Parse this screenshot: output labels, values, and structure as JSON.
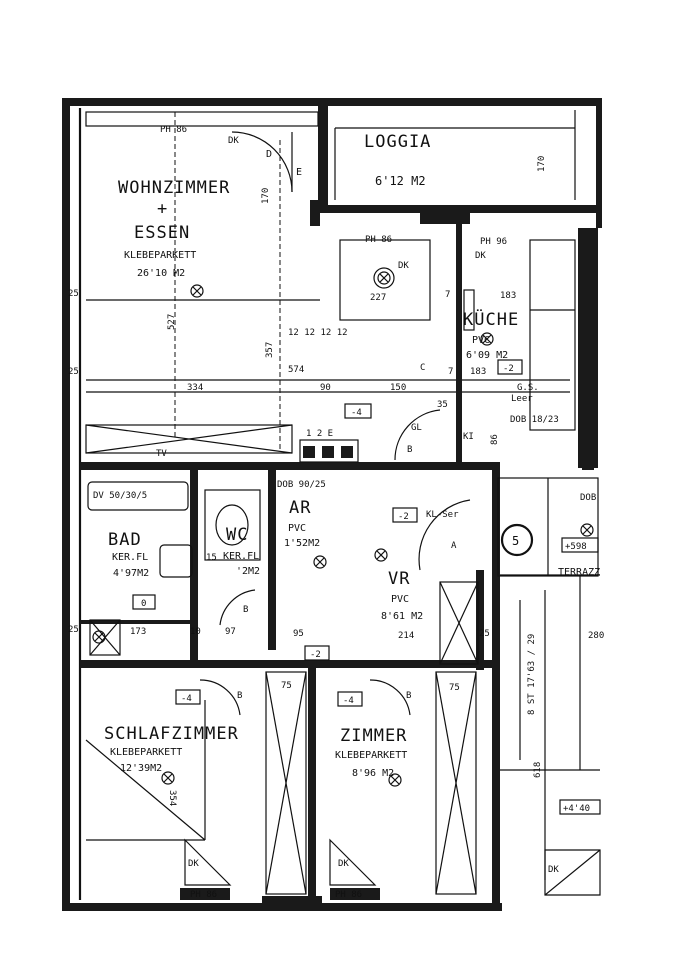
{
  "rooms": {
    "wohnzimmer": {
      "name": "WOHNZIMMER",
      "plus": "+",
      "name2": "ESSEN",
      "floor": "KLEBEPARKETT",
      "area": "26'10 M2"
    },
    "loggia": {
      "name": "LOGGIA",
      "area": "6'12 M2"
    },
    "kueche": {
      "name": "KÜCHE",
      "floor": "PVC",
      "area": "6'09 M2"
    },
    "bad": {
      "name": "BAD",
      "floor": "KER.FL",
      "area": "4'97M2"
    },
    "wc": {
      "name": "WC",
      "floor": "KER.FL",
      "area": "'2M2"
    },
    "ar": {
      "name": "AR",
      "floor": "PVC",
      "area": "1'52M2"
    },
    "vr": {
      "name": "VR",
      "floor": "PVC",
      "area": "8'61 M2"
    },
    "schlafzimmer": {
      "name": "SCHLAFZIMMER",
      "floor": "KLEBEPARKETT",
      "area": "12'39M2"
    },
    "zimmer": {
      "name": "ZIMMER",
      "floor": "KLEBEPARKETT",
      "area": "8'96 M2"
    },
    "terrasse": {
      "name": "TERRAZZ"
    }
  },
  "labels": {
    "ph86_top": "PH 86",
    "ph86_mid": "PH 86",
    "ph96": "PH 96",
    "dk": "DK",
    "d": "D",
    "e": "E",
    "dv": "DV 50/30/5",
    "dob_ar": "DOB 90/25",
    "dob_kue": "DOB 18/23",
    "dob_right": "DOB",
    "dim_170_a": "170",
    "dim_170_b": "170",
    "dim_527": "527",
    "dim_357": "357",
    "dim_334": "334",
    "dim_90": "90",
    "dim_150": "150",
    "dim_574": "574",
    "dim_183a": "183",
    "dim_183b": "183",
    "dim_7a": "7",
    "dim_7b": "7",
    "dim_12": "12  12 12 12",
    "dim_35": "35",
    "dim_86": "86",
    "dim_227": "227",
    "dim_25a": "25",
    "dim_25b": "25",
    "dim_25c": "25",
    "dim_25d": "25",
    "dim_173": "173",
    "dim_10": "10",
    "dim_97": "97",
    "dim_95": "95",
    "dim_214": "214",
    "dim_75a": "75",
    "dim_75b": "75",
    "dim_618": "618",
    "dim_280": "280",
    "dim_354": "354",
    "dim_15": "15",
    "stairs": "8 ST 17'63 / 29",
    "lvl_m4a": "-4",
    "lvl_m4b": "-4",
    "lvl_m4c": "-4",
    "lvl_m2a": "-2",
    "lvl_m2b": "-2",
    "lvl_m2c": "-2",
    "lvl_0": "0",
    "lvl_598": "+598",
    "lvl_440": "+4'40",
    "circle_5": "5",
    "gl": "GL",
    "c": "C",
    "b1": "B",
    "b2": "B",
    "b3": "B",
    "b4": "B",
    "a": "A",
    "gs": "G.S.",
    "leer": "Leer",
    "tv": "TV",
    "k1": "KI",
    "kl_ser": "KL-Ser",
    "sw": "1  2  E"
  }
}
